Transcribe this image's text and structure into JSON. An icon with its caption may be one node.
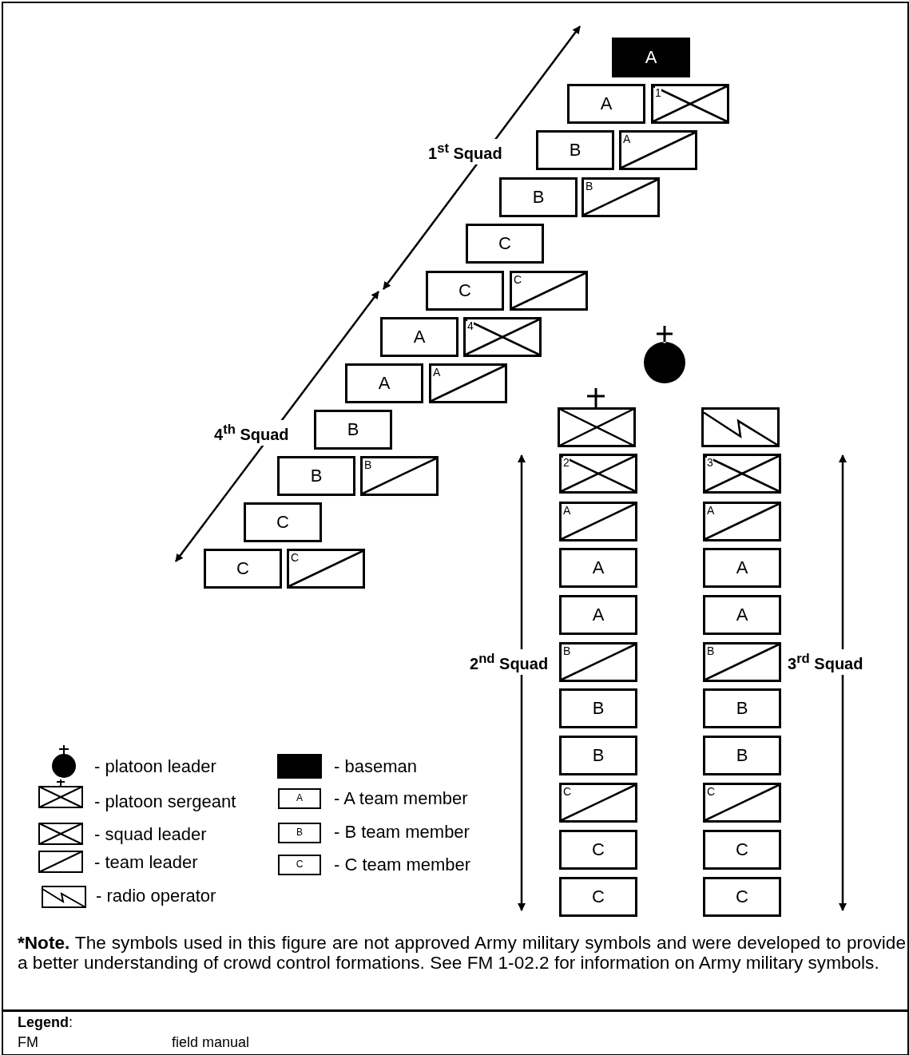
{
  "diagram": {
    "nodes": [
      {
        "text": [
          "A"
        ]
      },
      {
        "text": [
          "A"
        ]
      },
      {
        "text": [
          "1"
        ]
      },
      {
        "text": [
          "B"
        ]
      },
      {
        "text": [
          "A"
        ]
      },
      {
        "text": [
          "B"
        ]
      },
      {
        "text": [
          "B"
        ]
      },
      {
        "text": [
          "C"
        ]
      },
      {
        "text": [
          "C"
        ]
      },
      {
        "text": [
          "C"
        ]
      },
      {
        "text": [
          "A"
        ]
      },
      {
        "text": [
          "4"
        ]
      },
      {
        "text": [
          "A"
        ]
      },
      {
        "text": [
          "A"
        ]
      },
      {
        "text": [
          "B"
        ]
      },
      {
        "text": [
          "B"
        ]
      },
      {
        "text": [
          "B"
        ]
      },
      {
        "text": [
          "C"
        ]
      },
      {
        "text": [
          "C"
        ]
      },
      {
        "text": [
          "C"
        ]
      },
      {
        "text": [],
        "shape": "circle"
      },
      {
        "text": [],
        "shape": "box"
      },
      {
        "text": [],
        "shape": "box"
      },
      {
        "text": [
          "2"
        ]
      },
      {
        "text": [
          "A"
        ]
      },
      {
        "text": [
          "A"
        ]
      },
      {
        "text": [
          "A"
        ]
      },
      {
        "text": [
          "B"
        ]
      },
      {
        "text": [
          "B"
        ]
      },
      {
        "text": [
          "B"
        ]
      },
      {
        "text": [
          "C"
        ]
      },
      {
        "text": [
          "C"
        ]
      },
      {
        "text": [
          "C"
        ]
      },
      {
        "text": [
          "3"
        ]
      },
      {
        "text": [
          "A"
        ]
      },
      {
        "text": [
          "A"
        ]
      },
      {
        "text": [
          "A"
        ]
      },
      {
        "text": [
          "B"
        ]
      },
      {
        "text": [
          "B"
        ]
      },
      {
        "text": [
          "B"
        ]
      },
      {
        "text": [
          "C"
        ]
      },
      {
        "text": [
          "C"
        ]
      },
      {
        "text": [
          "C"
        ]
      }
    ],
    "labels": [
      "1$^{st}$ Squad",
      "4$^{th}$ Squad",
      "2$^{nd}$ Squad",
      "3$^{rd}$ Squad",
      "A",
      "B",
      "C",
      "***Note.** The symbols used in this figure are not approved Army military symbols and were developed to provide a better understanding of crowd control formations. See FM 1-02.2 for information on Army military symbols.",
      "**Legend**:",
      "FM",
      "field manual"
    ],
    "legend": [
      {
        "text": "- platoon leader"
      },
      {
        "text": "- platoon sergeant"
      },
      {
        "text": "- squad leader"
      },
      {
        "text": "- team leader"
      },
      {
        "text": "- radio operator"
      },
      {
        "text": "- baseman",
        "color": "#000000"
      },
      {
        "text": "- A team member"
      },
      {
        "text": "- B team member"
      },
      {
        "text": "- C team member"
      }
    ]
  }
}
